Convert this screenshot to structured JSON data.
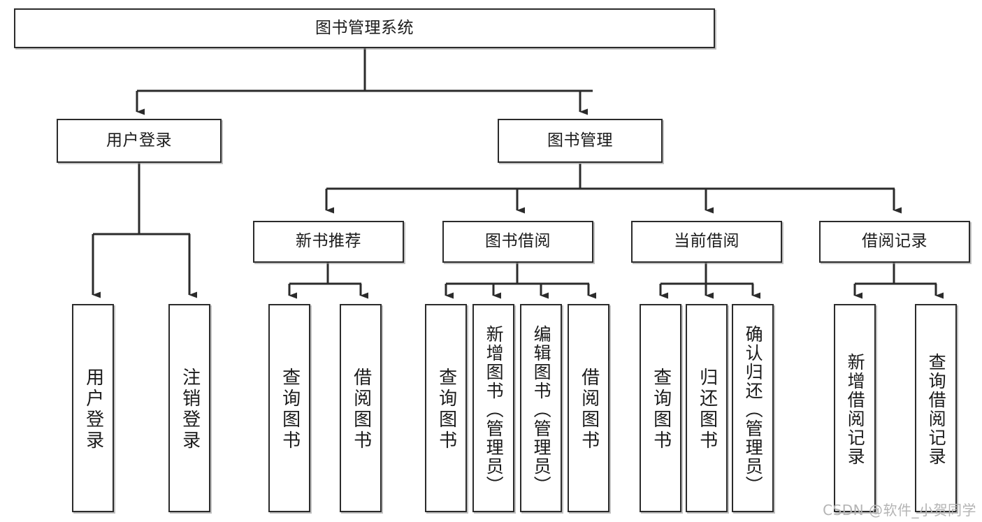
{
  "diagram": {
    "title": "图书管理系统",
    "type": "tree",
    "watermark": "CSDN @软件_小贺同学",
    "colors": {
      "box_border": "#2b2b2b",
      "box_fill": "#ffffff",
      "connector": "#2b2b2b",
      "watermark": "#b4b4b4"
    },
    "nodes": {
      "root": "图书管理系统",
      "level1": {
        "user_login": "用户登录",
        "book_manage": "图书管理"
      },
      "level2": {
        "new_book_rec": "新书推荐",
        "book_borrow": "图书借阅",
        "current_borrow": "当前借阅",
        "borrow_record": "借阅记录"
      },
      "leaves": {
        "user_login_1": "用户登录",
        "user_login_2": "注销登录",
        "new_book_rec_1": "查询图书",
        "new_book_rec_2": "借阅图书",
        "book_borrow_1": "查询图书",
        "book_borrow_2": "新增图书（管理员）",
        "book_borrow_3": "编辑图书（管理员）",
        "book_borrow_4": "借阅图书",
        "current_borrow_1": "查询图书",
        "current_borrow_2": "归还图书",
        "current_borrow_3": "确认归还（管理员）",
        "borrow_record_1": "新增借阅记录",
        "borrow_record_2": "查询借阅记录"
      }
    }
  }
}
